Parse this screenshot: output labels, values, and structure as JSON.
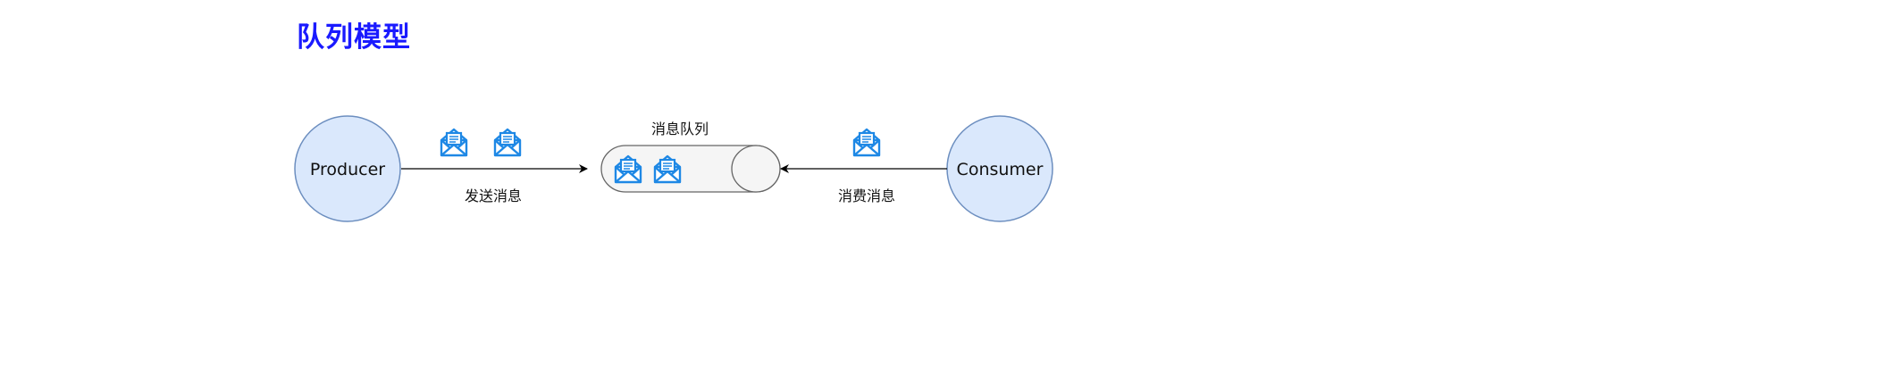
{
  "title": "队列模型",
  "nodes": {
    "producer": "Producer",
    "consumer": "Consumer",
    "queue": "消息队列"
  },
  "edges": {
    "send": "发送消息",
    "consume": "消费消息"
  },
  "colors": {
    "title": "#1a1aff",
    "node_fill": "#dae8fc",
    "node_stroke": "#6c8ebf",
    "queue_fill": "#f5f5f5",
    "queue_stroke": "#666666",
    "envelope": "#1e88e5"
  },
  "icons": [
    "message-envelope-icon"
  ]
}
